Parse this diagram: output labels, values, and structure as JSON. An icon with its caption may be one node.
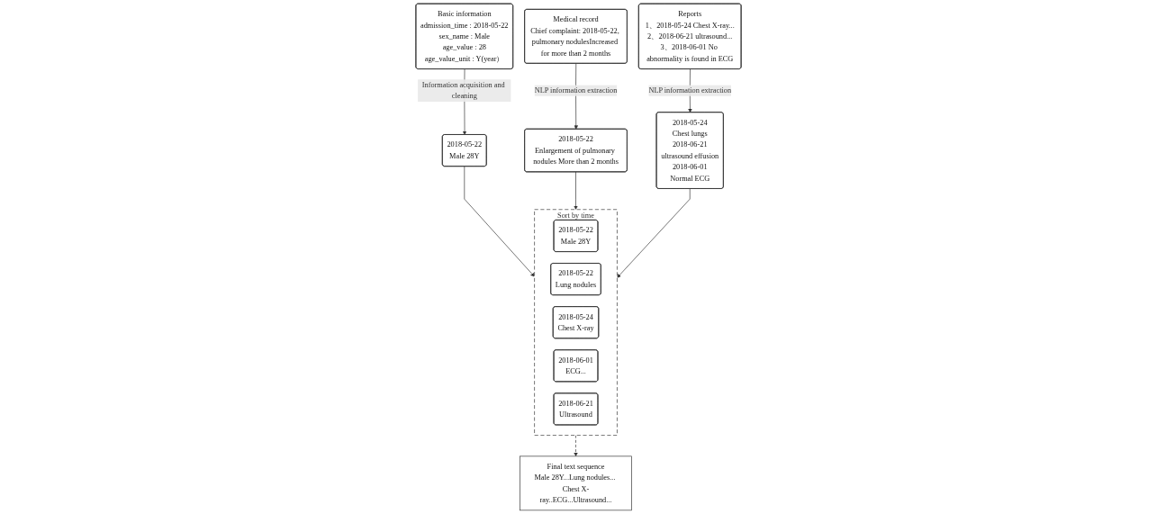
{
  "diagram": {
    "nodes": [
      {
        "text": [
          "Basic information",
          "admission_time : 2018-05-22",
          "sex_name :  Male",
          "age_value : 28",
          "age_value_unit : Y(year）"
        ]
      },
      {
        "text": [
          "Medical record",
          "Chief complaint: 2018-05-22, pulmonary nodulesIncreased for more than 2 months"
        ]
      },
      {
        "text": [
          "Reports",
          "1、2018-05-24 Chest X-ray...",
          "2、2018-06-21 ultrasound...",
          "3、2018-06-01 No abnormality is found in ECG"
        ]
      },
      {
        "text": [
          "2018-05-22",
          "Male 28Y"
        ]
      },
      {
        "text": [
          "2018-05-22",
          "Enlargement of pulmonary nodules More than 2 months"
        ]
      },
      {
        "text": [
          "2018-05-24",
          "Chest lungs",
          "2018-06-21",
          "ultrasound effusion",
          "2018-06-01",
          "Normal ECG"
        ]
      },
      {
        "text": [
          "Sort by time"
        ]
      },
      {
        "text": [
          "2018-05-22",
          "Male 28Y"
        ],
        "in": 6
      },
      {
        "text": [
          "2018-05-22",
          "Lung nodules"
        ],
        "in": 6
      },
      {
        "text": [
          "2018-05-24",
          "Chest X-ray"
        ],
        "in": 6
      },
      {
        "text": [
          "2018-06-01",
          "ECG..."
        ],
        "in": 6
      },
      {
        "text": [
          "2018-06-21",
          "Ultrasound"
        ],
        "in": 6
      },
      {
        "text": [
          "Final text sequence",
          "Male 28Y...Lung nodules... Chest X-ray..ECG...Ultrasound..."
        ]
      }
    ],
    "edges": [
      {
        "from": 0,
        "to": 3,
        "arrow": "to",
        "label": "Information acquisition and cleaning"
      },
      {
        "from": 1,
        "to": 4,
        "arrow": "to",
        "label": "NLP information extraction"
      },
      {
        "from": 2,
        "to": 5,
        "arrow": "to",
        "label": "NLP information extraction"
      },
      {
        "from": 3,
        "to": 6,
        "arrow": "to"
      },
      {
        "from": 4,
        "to": 6,
        "arrow": "to"
      },
      {
        "from": 5,
        "to": 6,
        "arrow": "to"
      },
      {
        "from": 6,
        "to": 12,
        "arrow": "to",
        "style": "dashed"
      }
    ]
  }
}
